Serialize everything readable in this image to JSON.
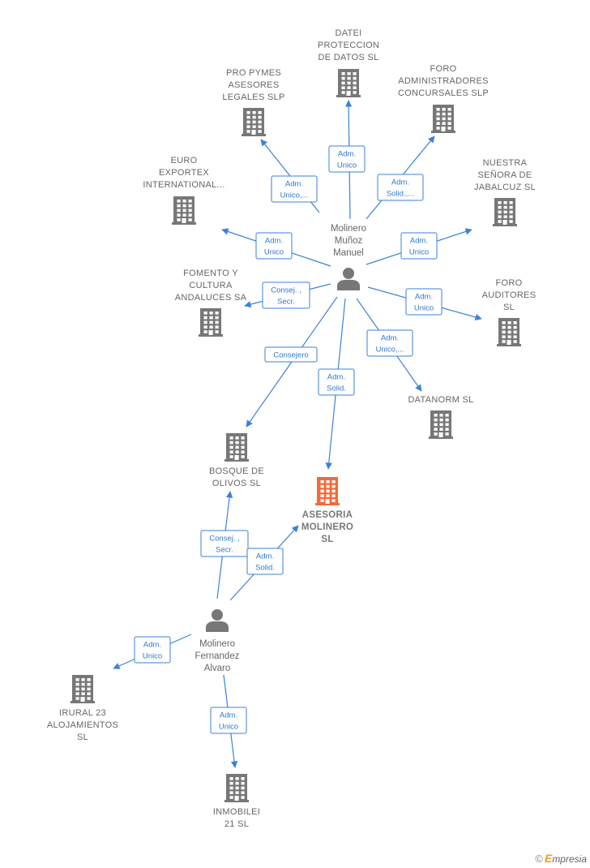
{
  "diagram": {
    "companies": [
      {
        "id": "datei",
        "lines": [
          "DATEI",
          "PROTECCION",
          "DE DATOS  SL"
        ],
        "focus": false
      },
      {
        "id": "pro-pymes",
        "lines": [
          "PRO PYMES",
          "ASESORES",
          "LEGALES SLP"
        ],
        "focus": false
      },
      {
        "id": "foro-admin",
        "lines": [
          "FORO",
          "ADMINISTRADORES",
          "CONCURSALES SLP"
        ],
        "focus": false
      },
      {
        "id": "euro-exportex",
        "lines": [
          "EURO",
          "EXPORTEX",
          "INTERNATIONAL..."
        ],
        "focus": false
      },
      {
        "id": "nuestra-senora",
        "lines": [
          "NUESTRA",
          "SEÑORA DE",
          "JABALCUZ  SL"
        ],
        "focus": false
      },
      {
        "id": "fomento",
        "lines": [
          "FOMENTO Y",
          "CULTURA",
          "ANDALUCES SA"
        ],
        "focus": false
      },
      {
        "id": "foro-auditores",
        "lines": [
          "FORO",
          "AUDITORES",
          "SL"
        ],
        "focus": false
      },
      {
        "id": "datanorm",
        "lines": [
          "DATANORM  SL"
        ],
        "focus": false
      },
      {
        "id": "bosque",
        "lines": [
          "BOSQUE DE",
          "OLIVOS  SL"
        ],
        "focus": false
      },
      {
        "id": "asesoria",
        "lines": [
          "ASESORIA",
          "MOLINERO",
          "SL"
        ],
        "focus": true
      },
      {
        "id": "irural",
        "lines": [
          "IRURAL 23",
          "ALOJAMIENTOS",
          "SL"
        ],
        "focus": false
      },
      {
        "id": "inmobilei",
        "lines": [
          "INMOBILEI",
          "21  SL"
        ],
        "focus": false
      }
    ],
    "persons": [
      {
        "id": "molinero-manuel",
        "lines": [
          "Molinero",
          "Muñoz",
          "Manuel"
        ]
      },
      {
        "id": "molinero-alvaro",
        "lines": [
          "Molinero",
          "Fernandez",
          "Alvaro"
        ]
      }
    ],
    "edges": [
      {
        "id": "e-datei",
        "lines": [
          "Adm.",
          "Unico"
        ]
      },
      {
        "id": "e-pro-pymes",
        "lines": [
          "Adm.",
          "Unico,..."
        ]
      },
      {
        "id": "e-foro-admin",
        "lines": [
          "Adm.",
          "Solid.,..."
        ]
      },
      {
        "id": "e-euro",
        "lines": [
          "Adm.",
          "Unico"
        ]
      },
      {
        "id": "e-nuestra",
        "lines": [
          "Adm.",
          "Unico"
        ]
      },
      {
        "id": "e-fomento",
        "lines": [
          "Consej. ,",
          "Secr."
        ]
      },
      {
        "id": "e-foro-aud",
        "lines": [
          "Adm.",
          "Unico"
        ]
      },
      {
        "id": "e-datanorm",
        "lines": [
          "Adm.",
          "Unico,..."
        ]
      },
      {
        "id": "e-bosque-m",
        "lines": [
          "Consejero"
        ]
      },
      {
        "id": "e-asesoria-m",
        "lines": [
          "Adm.",
          "Solid."
        ]
      },
      {
        "id": "e-bosque-a",
        "lines": [
          "Consej. ,",
          "Secr."
        ]
      },
      {
        "id": "e-asesoria-a",
        "lines": [
          "Adm.",
          "Solid."
        ]
      },
      {
        "id": "e-irural",
        "lines": [
          "Adm.",
          "Unico"
        ]
      },
      {
        "id": "e-inmobilei",
        "lines": [
          "Adm.",
          "Unico"
        ]
      }
    ],
    "colors": {
      "edge": "#3a82d8",
      "building": "#777777",
      "focus_building": "#f26a3a",
      "person": "#777777"
    }
  },
  "footer": {
    "copyright": "©",
    "brand_initial": "E",
    "brand_rest": "mpresia"
  }
}
